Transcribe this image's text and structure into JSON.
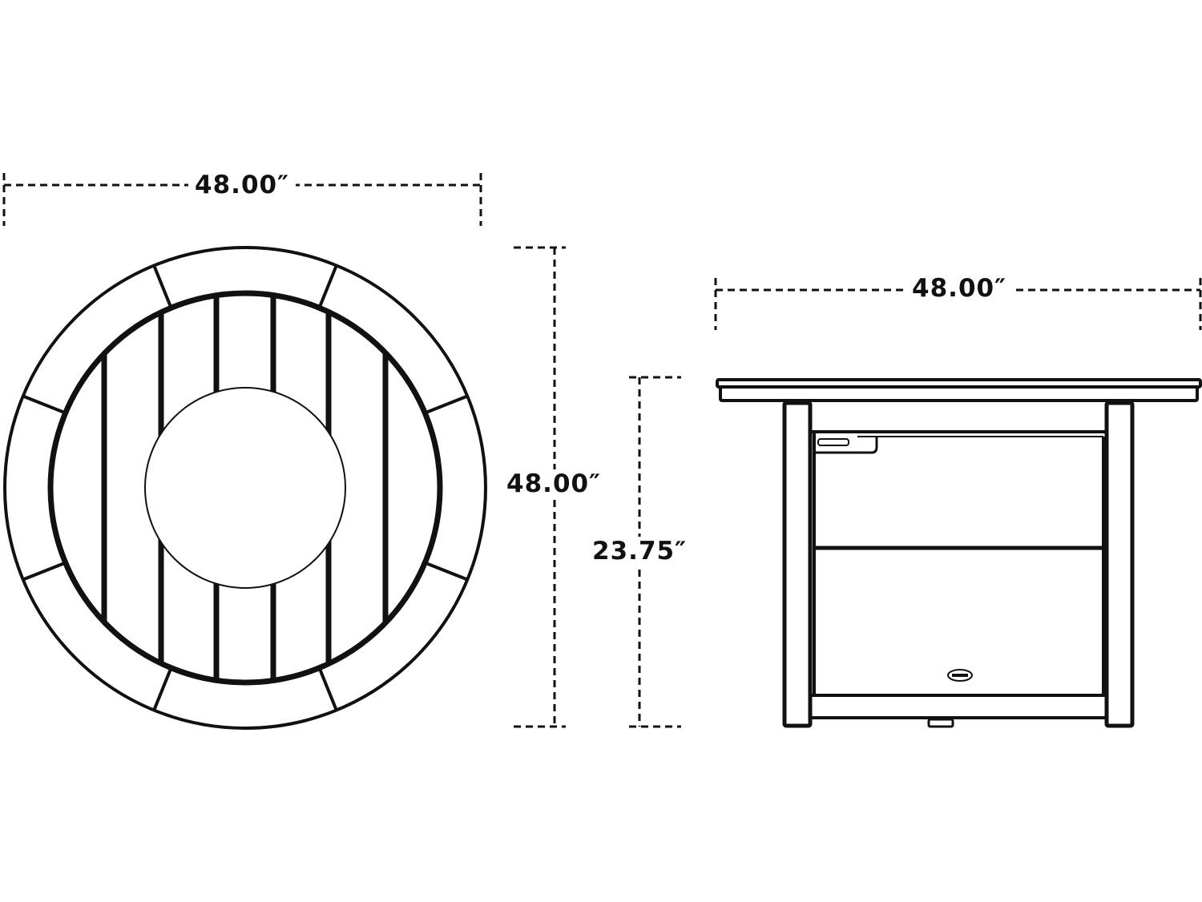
{
  "top_view": {
    "width_label": "48.00″",
    "depth_label": "48.00″"
  },
  "side_view": {
    "width_label": "48.00″",
    "height_label": "23.75″"
  },
  "colors": {
    "line": "#111111",
    "background": "#ffffff"
  }
}
